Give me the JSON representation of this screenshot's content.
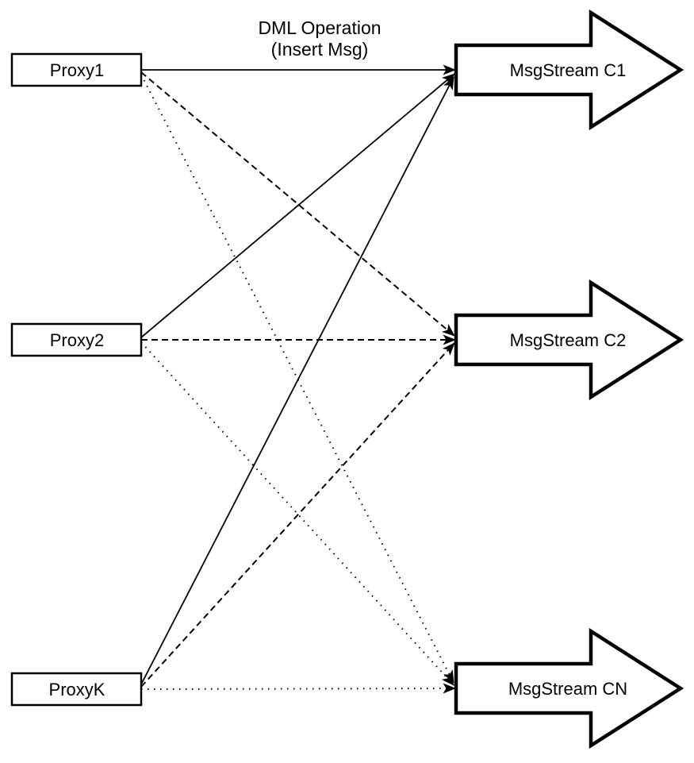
{
  "title": {
    "line1": "DML Operation",
    "line2": "(Insert Msg)"
  },
  "proxies": [
    {
      "label": "Proxy1"
    },
    {
      "label": "Proxy2"
    },
    {
      "label": "ProxyK"
    }
  ],
  "streams": [
    {
      "label": "MsgStream C1"
    },
    {
      "label": "MsgStream C2"
    },
    {
      "label": "MsgStream CN"
    }
  ],
  "edges": [
    {
      "from": "Proxy1",
      "to": "MsgStream C1",
      "style": "solid"
    },
    {
      "from": "Proxy1",
      "to": "MsgStream C2",
      "style": "dashed"
    },
    {
      "from": "Proxy1",
      "to": "MsgStream CN",
      "style": "dotted"
    },
    {
      "from": "Proxy2",
      "to": "MsgStream C1",
      "style": "solid"
    },
    {
      "from": "Proxy2",
      "to": "MsgStream C2",
      "style": "dashed"
    },
    {
      "from": "Proxy2",
      "to": "MsgStream CN",
      "style": "dotted"
    },
    {
      "from": "ProxyK",
      "to": "MsgStream C1",
      "style": "solid"
    },
    {
      "from": "ProxyK",
      "to": "MsgStream C2",
      "style": "dashed"
    },
    {
      "from": "ProxyK",
      "to": "MsgStream CN",
      "style": "dotted"
    }
  ],
  "colors": {
    "stroke": "#000000",
    "background": "#ffffff"
  }
}
